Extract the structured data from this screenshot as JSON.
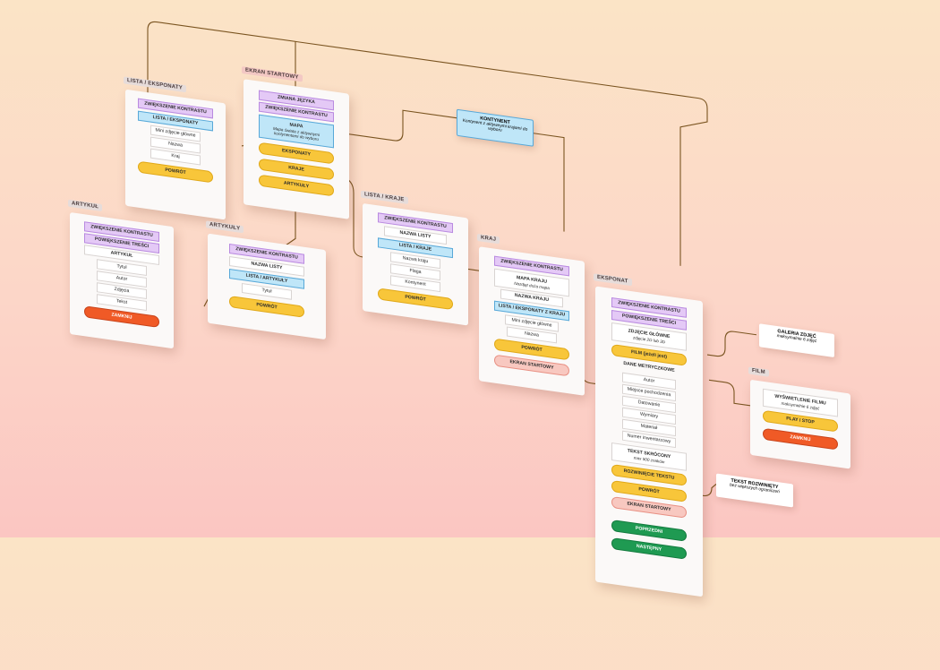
{
  "screens": {
    "start": {
      "label": "EKRAN STARTOWY",
      "zmiana_jezyka": "ZMIANA JĘZYKA",
      "zwiekszenie": "ZWIĘKSZENIE KONTRASTU",
      "mapa_title": "MAPA",
      "mapa_desc": "Mapa świata z aktywnymi kontynentami do wyboru",
      "eksponaty": "EKSPONATY",
      "kraje": "KRAJE",
      "artykuly": "ARTYKUŁY"
    },
    "lista_eksponaty": {
      "label": "LISTA / EKSPONATY",
      "zwiekszenie": "ZWIĘKSZENIE KONTRASTU",
      "lista": "LISTA / EKSPONATY",
      "item1": "Mini zdjęcie główne",
      "item2": "Nazwa",
      "item3": "Kraj",
      "powrot": "POWRÓT"
    },
    "artykuly_list": {
      "label": "ARTYKUŁY",
      "zwiekszenie": "ZWIĘKSZENIE KONTRASTU",
      "nazwa": "NAZWA LISTY",
      "lista": "LISTA / ARTYKUŁY",
      "item1": "Tytuł",
      "powrot": "POWRÓT"
    },
    "artykul": {
      "label": "ARTYKUŁ",
      "zwiekszenie": "ZWIĘKSZENIE KONTRASTU",
      "powiekszenie": "POWIĘKSZENIE TREŚCI",
      "artykul": "ARTYKUŁ",
      "item1": "Tytuł",
      "item2": "Autor",
      "item3": "Zdjęcia",
      "item4": "Tekst",
      "zamknij": "ZAMKNIJ"
    },
    "lista_kraje": {
      "label": "LISTA / KRAJE",
      "zwiekszenie": "ZWIĘKSZENIE KONTRASTU",
      "nazwa": "NAZWA LISTY",
      "lista": "LISTA / KRAJE",
      "item1": "Nazwa kraju",
      "item2": "Flaga",
      "item3": "Kontynent",
      "powrot": "POWRÓT"
    },
    "kraj": {
      "label": "KRAJ",
      "zwiekszenie": "ZWIĘKSZENIE KONTRASTU",
      "mapa_title": "MAPA KRAJU",
      "mapa_desc": "Nazdjęt duża mapa",
      "nazwa": "NAZWA KRAJU",
      "lista": "LISTA / EKSPONATY Z KRAJU",
      "item1": "Mini zdjęcie główne",
      "item2": "Nazwa",
      "powrot": "POWRÓT",
      "ekran": "EKRAN STARTOWY"
    },
    "eksponat": {
      "label": "EKSPONAT",
      "zwiekszenie": "ZWIĘKSZENIE KONTRASTU",
      "powiekszenie": "POWIĘKSZENIE TREŚCI",
      "zdjecie_title": "ZDJĘCIE GŁÓWNE",
      "zdjecie_desc": "zdjęcie 2D lub 3D",
      "film": "FILM (jeżeli jest)",
      "dane": "DANE METRYCZKOWE",
      "autor": "Autor",
      "miejsce": "Miejsce pochodzenia",
      "datowanie": "Datowanie",
      "wymiary": "Wymiary",
      "material": "Materiał",
      "numer": "Numer inwentarzowy",
      "tekst_title": "TEKST SKRÓCONY",
      "tekst_desc": "max 500 znaków",
      "rozwiniecie": "ROZWINIĘCIE TEKSTU",
      "powrot": "POWRÓT",
      "ekran": "EKRAN STARTOWY",
      "poprzedni": "POPRZEDNI",
      "nastepny": "NASTĘPNY"
    },
    "film": {
      "label": "FILM",
      "wyswietlenie_title": "WYŚWIETLENIE FILMU",
      "wyswietlenie_desc": "maksymalnie 6 zdjęć",
      "play": "PLAY / STOP",
      "zamknij": "ZAMKNIJ"
    }
  },
  "notes": {
    "kontynent_title": "KONTYNENT",
    "kontynent_desc": "Kontynent z aktywnymi krajami do wyboru",
    "galeria_title": "GALERIA ZDJĘĆ",
    "galeria_desc": "maksymalnie 6 zdjęć",
    "tekst_title": "TEKST ROZWINIĘTY",
    "tekst_desc": "bez większych ograniczeń"
  },
  "colors": {
    "purple": "#e4c9f6",
    "blue": "#bfe6f8",
    "yellow": "#f8c63a",
    "red": "#f05a26",
    "pink": "#f8c8c0",
    "green": "#1f9a52",
    "wire": "#7a5420"
  }
}
